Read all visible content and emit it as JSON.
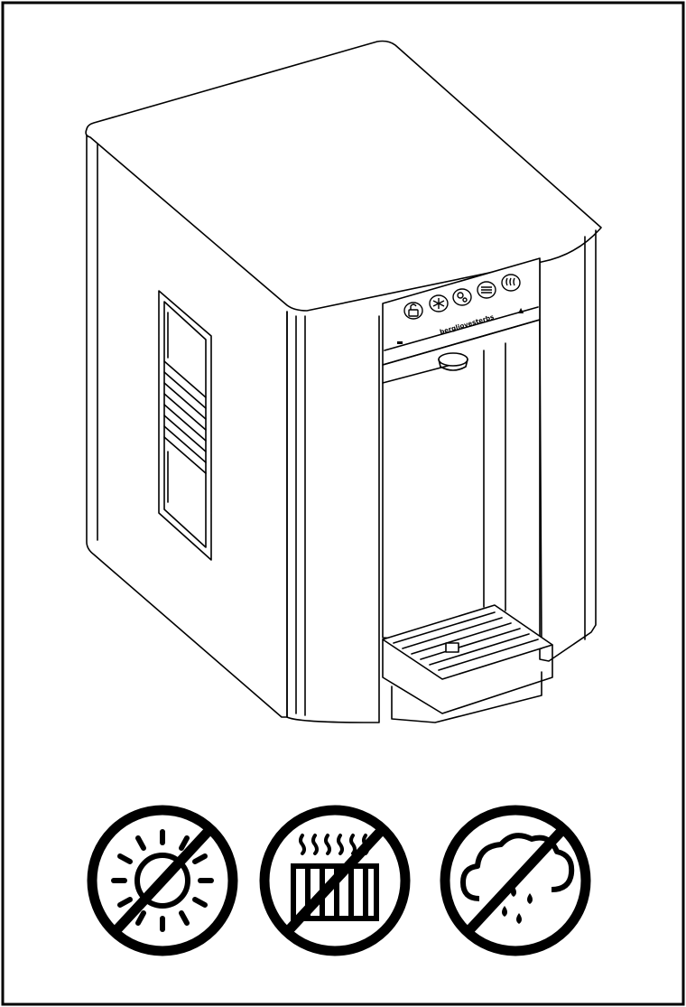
{
  "product": {
    "brand_text": "bergliovesterbs",
    "control_buttons": [
      {
        "icon": "unlock-icon"
      },
      {
        "icon": "snowflake-icon"
      },
      {
        "icon": "sparkle-water-icon"
      },
      {
        "icon": "menu-lines-icon"
      },
      {
        "icon": "heat-waves-icon"
      }
    ],
    "up_arrow_symbol": "▲"
  },
  "warnings": [
    {
      "name": "no-direct-sunlight",
      "icon": "sun-prohibited-icon"
    },
    {
      "name": "no-heat-source",
      "icon": "radiator-prohibited-icon"
    },
    {
      "name": "no-rain-humidity",
      "icon": "rain-cloud-prohibited-icon"
    }
  ],
  "colors": {
    "line": "#000000",
    "background": "#ffffff"
  }
}
